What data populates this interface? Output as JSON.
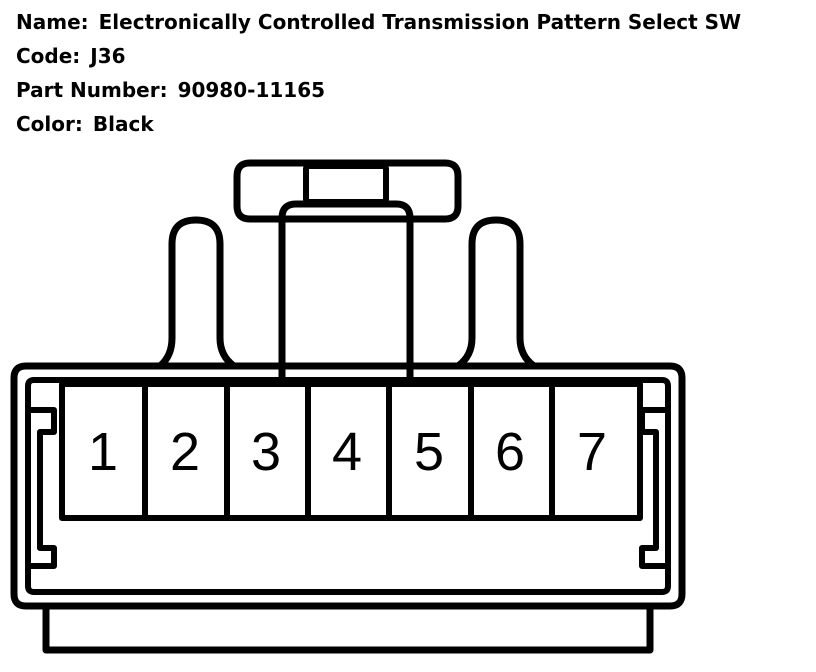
{
  "info": {
    "name_label": "Name:",
    "name_value": "Electronically Controlled Transmission Pattern Select SW",
    "code_label": "Code:",
    "code_value": "J36",
    "part_label": "Part Number:",
    "part_value": "90980-11165",
    "color_label": "Color:",
    "color_value": "Black"
  },
  "connector": {
    "pins": [
      "1",
      "2",
      "3",
      "4",
      "5",
      "6",
      "7"
    ],
    "outline_color": "#000000",
    "background_color": "#ffffff"
  }
}
